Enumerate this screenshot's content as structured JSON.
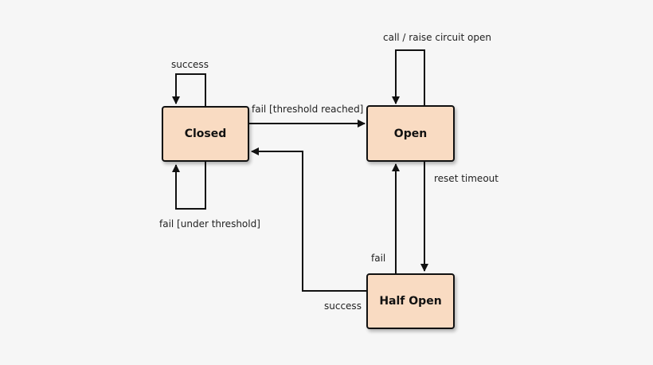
{
  "states": {
    "closed": "Closed",
    "open": "Open",
    "half_open": "Half Open"
  },
  "transitions": {
    "closed_self_success": "success",
    "closed_self_fail": "fail [under threshold]",
    "closed_to_open": "fail [threshold reached]",
    "open_self": "call / raise circuit open",
    "open_to_half_open": "reset timeout",
    "half_open_to_open": "fail",
    "half_open_to_closed": "success"
  },
  "colors": {
    "state_fill": "#f9dbc2",
    "state_border": "#111111",
    "line": "#111111",
    "background": "#f6f6f6"
  }
}
